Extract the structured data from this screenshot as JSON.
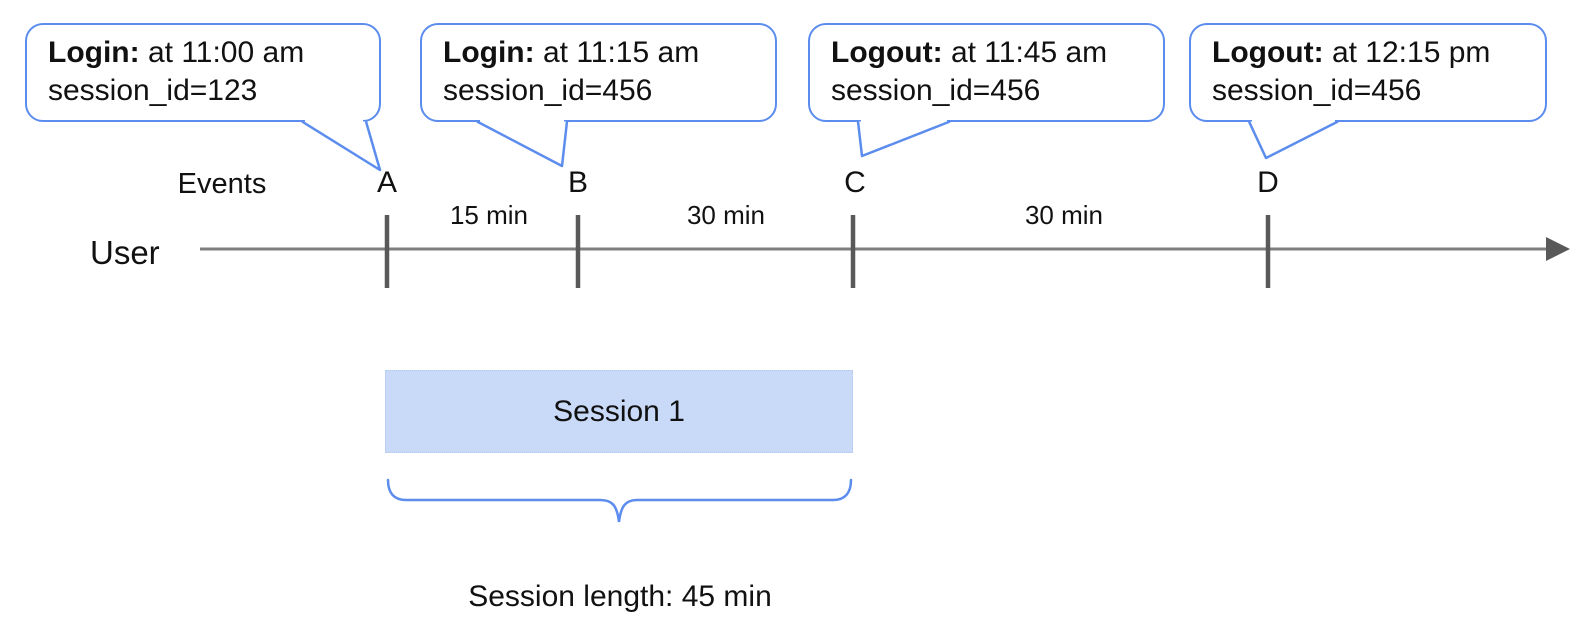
{
  "diagram": {
    "title_hint": "User session timeline",
    "events_label": "Events",
    "user_label": "User",
    "callouts": [
      {
        "action": "Login:",
        "time": " at 11:00 am",
        "session": "session_id=123",
        "event": "A"
      },
      {
        "action": "Login:",
        "time": " at 11:15 am",
        "session": "session_id=456",
        "event": "B"
      },
      {
        "action": "Logout:",
        "time": " at 11:45 am",
        "session": "session_id=456",
        "event": "C"
      },
      {
        "action": "Logout:",
        "time": " at 12:15 pm",
        "session": "session_id=456",
        "event": "D"
      }
    ],
    "event_markers": [
      "A",
      "B",
      "C",
      "D"
    ],
    "intervals": [
      "15 min",
      "30 min",
      "30 min"
    ],
    "session_box_label": "Session 1",
    "session_length_label": "Session length: 45 min",
    "colors": {
      "accent_blue": "#5c8dee",
      "session_fill": "#c9daf8",
      "timeline_gray": "#7f7f7f",
      "tick_gray": "#595959"
    }
  }
}
